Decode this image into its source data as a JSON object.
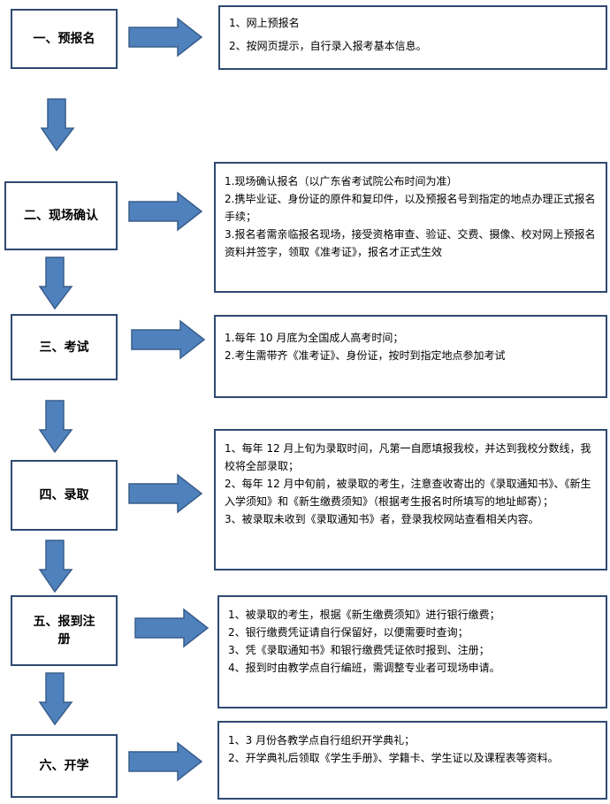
{
  "steps": [
    {
      "title": [
        "一、预报名"
      ],
      "lines": [
        "1、网上预报名",
        "2、按网页提示，自行录入报考基本信息。"
      ]
    },
    {
      "title": [
        "二、现场确认"
      ],
      "lines": [
        "1.现场确认报名（以广东省考试院公布时间为准）",
        "2.携毕业证、身份证的原件和复印件，以及预报名号到指定的地点办理正式报名手续；",
        "3.报名者需亲临报名现场，接受资格审查、验证、交费、摄像、校对网上预报名资料并签字，领取《准考证》，报名才正式生效"
      ]
    },
    {
      "title": [
        "三、考试"
      ],
      "lines": [
        "1.每年 10 月底为全国成人高考时间；",
        "2.考生需带齐《准考证》、身份证，按时到指定地点参加考试"
      ]
    },
    {
      "title": [
        "四、录取"
      ],
      "lines": [
        "1、每年 12 月上旬为录取时间，凡第一自愿填报我校，并达到我校分数线，我校将全部录取；",
        "2、每年 12 月中旬前，被录取的考生，注意查收寄出的《录取通知书》、《新生入学须知》和《新生缴费须知》（根据考生报名时所填写的地址邮寄）；",
        "3、被录取未收到《录取通知书》者，登录我校网站查看相关内容。"
      ]
    },
    {
      "title": [
        "五、报到注",
        "册"
      ],
      "lines": [
        "1、被录取的考生，根据《新生缴费须知》进行银行缴费；",
        "2、银行缴费凭证请自行保留好，以便需要时查询；",
        "3、凭《录取通知书》和银行缴费凭证依时报到、注册；",
        "4、报到时由教学点自行编班，需调整专业者可现场申请。"
      ]
    },
    {
      "title": [
        "六、开学"
      ],
      "lines": [
        "1、3 月份各教学点自行组织开学典礼；",
        "2、开学典礼后领取《学生手册》、学籍卡、学生证以及课程表等资料。"
      ]
    }
  ],
  "colors": {
    "arrow_fill": "#4f81bd",
    "arrow_stroke": "#385d8a",
    "box_border": "#2f4a72"
  }
}
